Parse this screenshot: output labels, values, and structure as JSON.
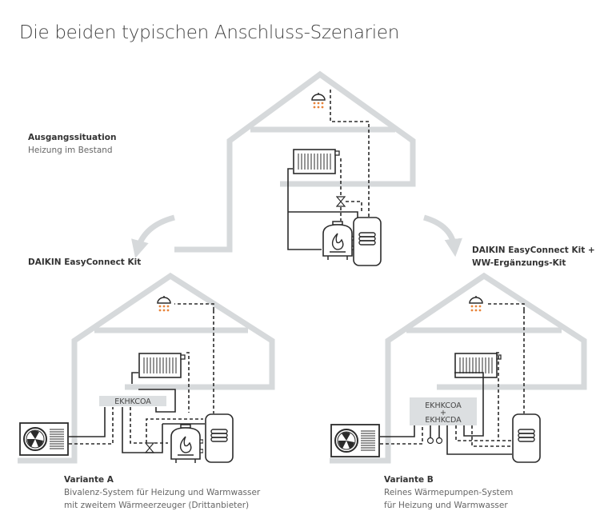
{
  "title": "Die beiden typischen Anschluss-Szenarien",
  "colors": {
    "accent": "#e8833a",
    "wall": "#d6d9db",
    "line": "#2b2b2b",
    "controller": "#dcdfe1"
  },
  "initial": {
    "heading": "Ausgangssituation",
    "subheading": "Heizung im Bestand"
  },
  "path_a": {
    "label": "DAIKIN EasyConnect Kit"
  },
  "path_b": {
    "label_line1": "DAIKIN EasyConnect Kit +",
    "label_line2": "WW-Ergänzungs-Kit"
  },
  "variant_a": {
    "controller": "EKHKCOA",
    "heading": "Variante A",
    "line1": "Bivalenz-System für Heizung und Warmwasser",
    "line2": "mit zweitem Wärmeerzeuger (Drittanbieter)"
  },
  "variant_b": {
    "controller_line1": "EKHKCOA",
    "controller_plus": "+",
    "controller_line2": "EKHKCDA",
    "heading": "Variante B",
    "line1": "Reines Wärmepumpen-System",
    "line2": "für Heizung und Warmwasser"
  }
}
